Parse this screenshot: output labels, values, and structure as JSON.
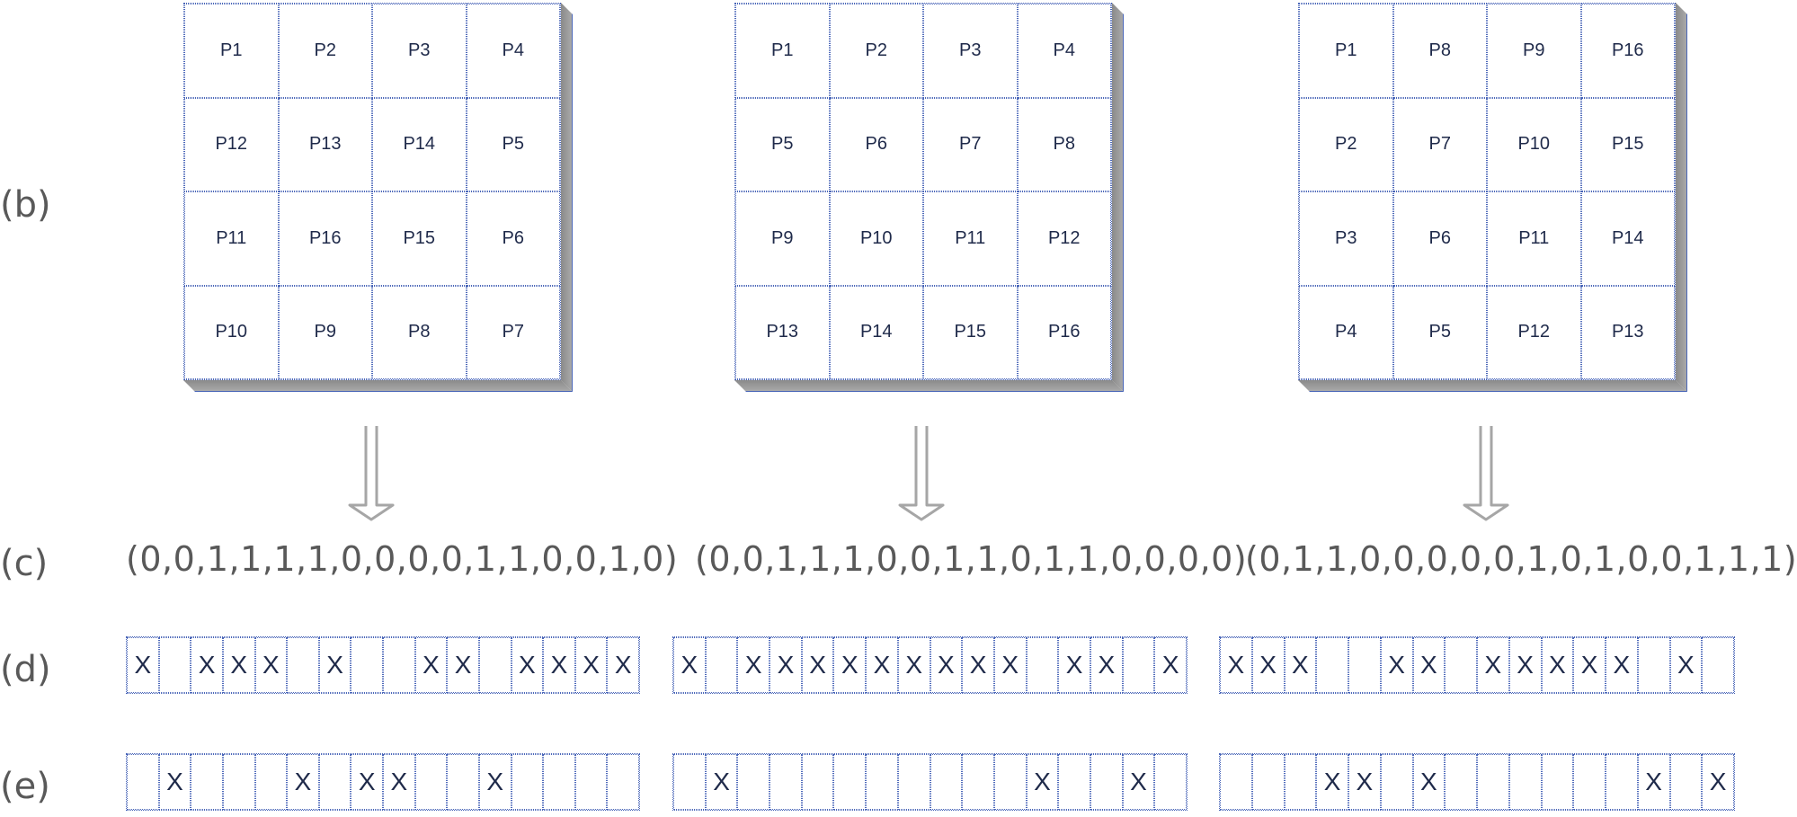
{
  "row_labels": {
    "b": "(b)",
    "c": "(c)",
    "d": "(d)",
    "e": "(e)"
  },
  "panels": [
    {
      "grid": [
        "P1",
        "P2",
        "P3",
        "P4",
        "P12",
        "P13",
        "P14",
        "P5",
        "P11",
        "P16",
        "P15",
        "P6",
        "P10",
        "P9",
        "P8",
        "P7"
      ],
      "vector": "(0,0,1,1,1,1,0,0,0,0,1,1,0,0,1,0)",
      "d_marks": [
        "X",
        "",
        "X",
        "X",
        "X",
        "",
        "X",
        "",
        "",
        "X",
        "X",
        "",
        "X",
        "X",
        "X",
        "X"
      ],
      "e_marks": [
        "",
        "X",
        "",
        "",
        "",
        "X",
        "",
        "X",
        "X",
        "",
        "",
        "X",
        "",
        "",
        "",
        ""
      ]
    },
    {
      "grid": [
        "P1",
        "P2",
        "P3",
        "P4",
        "P5",
        "P6",
        "P7",
        "P8",
        "P9",
        "P10",
        "P11",
        "P12",
        "P13",
        "P14",
        "P15",
        "P16"
      ],
      "vector": "(0,0,1,1,1,0,0,1,1,0,1,1,0,0,0,0)",
      "d_marks": [
        "X",
        "",
        "X",
        "X",
        "X",
        "X",
        "X",
        "X",
        "X",
        "X",
        "X",
        "",
        "X",
        "X",
        "",
        "X"
      ],
      "e_marks": [
        "",
        "X",
        "",
        "",
        "",
        "",
        "",
        "",
        "",
        "",
        "",
        "X",
        "",
        "",
        "X",
        ""
      ]
    },
    {
      "grid": [
        "P1",
        "P8",
        "P9",
        "P16",
        "P2",
        "P7",
        "P10",
        "P15",
        "P3",
        "P6",
        "P11",
        "P14",
        "P4",
        "P5",
        "P12",
        "P13"
      ],
      "vector": "(0,1,1,0,0,0,0,0,1,0,1,0,0,1,1,1)",
      "d_marks": [
        "X",
        "X",
        "X",
        "",
        "",
        "X",
        "X",
        "",
        "X",
        "X",
        "X",
        "X",
        "X",
        "",
        "X",
        ""
      ],
      "e_marks": [
        "",
        "",
        "",
        "X",
        "X",
        "",
        "X",
        "",
        "",
        "",
        "",
        "",
        "",
        "X",
        "",
        "X"
      ]
    }
  ]
}
